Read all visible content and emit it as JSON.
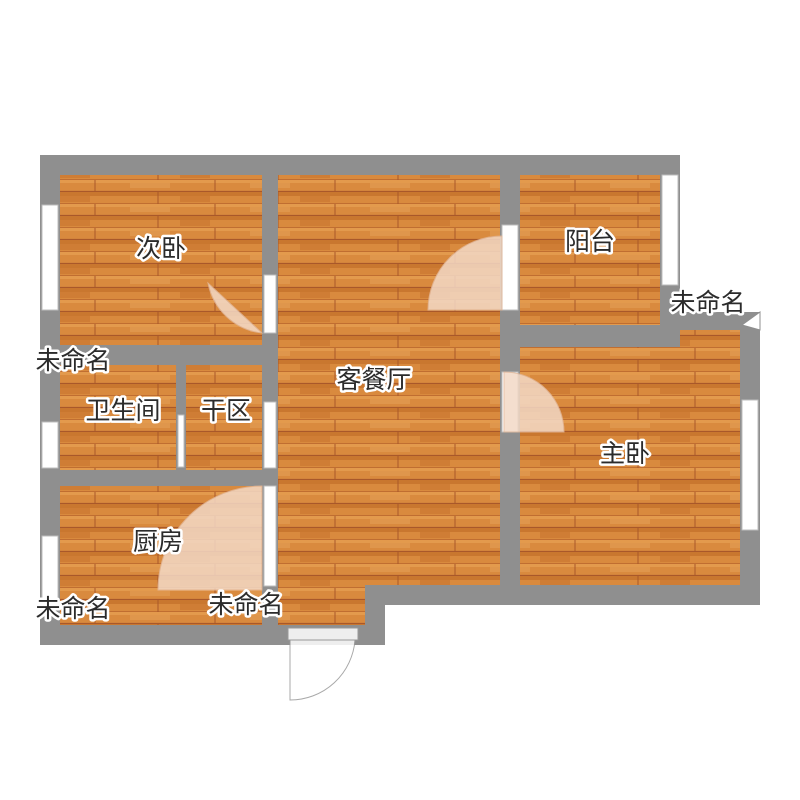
{
  "floorplan": {
    "colors": {
      "wall": "#8f8f8f",
      "floor_base": "#d98a3e",
      "floor_line": "#a9582a",
      "door_swing": "#f3d9c6",
      "window": "#ffffff",
      "label_text": "#2b2b2b"
    },
    "rooms": {
      "second_bedroom": "次卧",
      "living_dining": "客餐厅",
      "balcony": "阳台",
      "unnamed_right": "未命名",
      "unnamed_left": "未命名",
      "bathroom": "卫生间",
      "dry_area": "干区",
      "master_bedroom": "主卧",
      "kitchen": "厨房",
      "unnamed_bottom_left": "未命名",
      "unnamed_bottom_mid": "未命名"
    }
  }
}
